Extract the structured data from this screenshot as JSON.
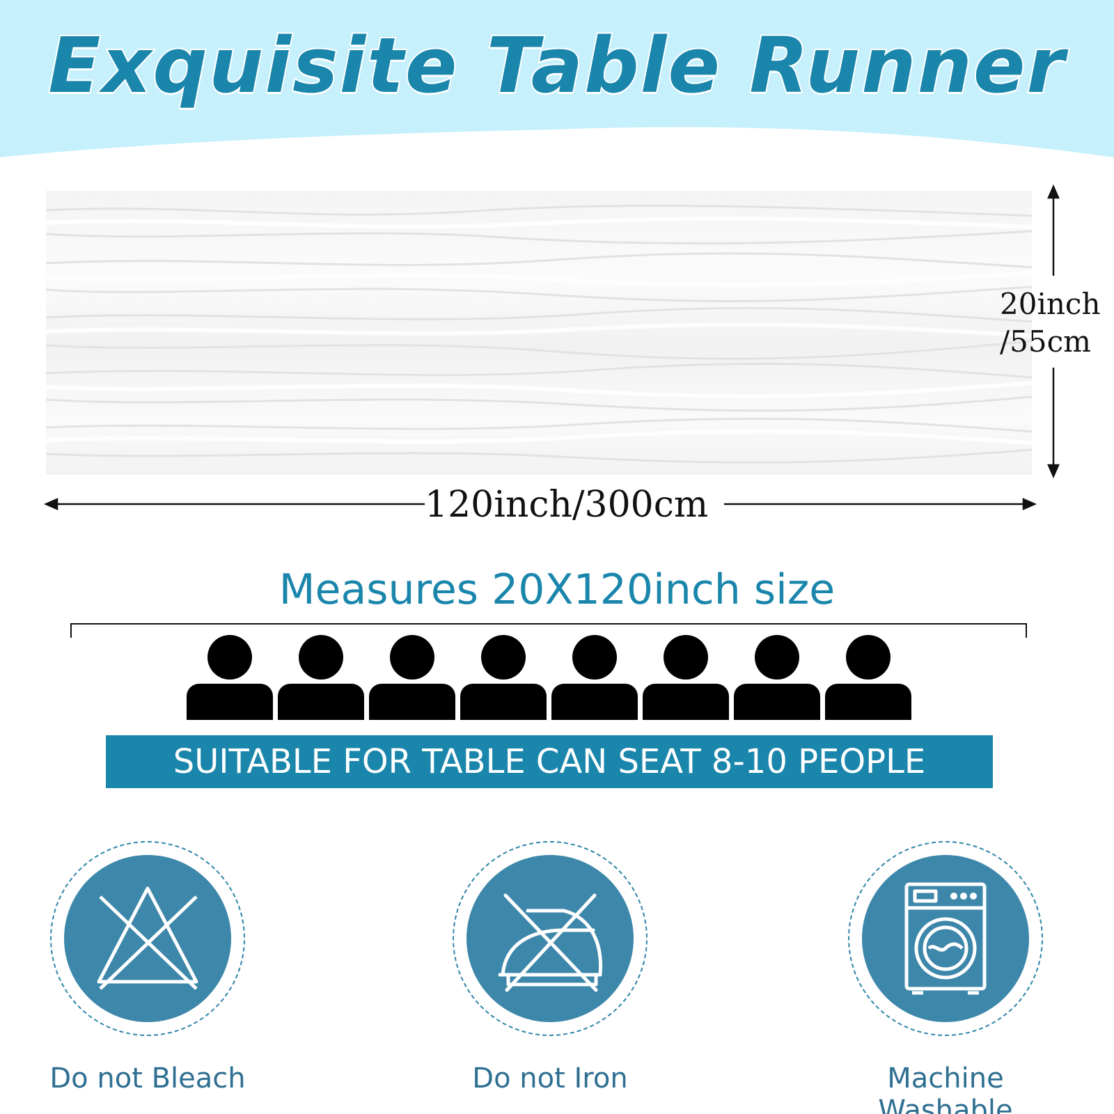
{
  "header": {
    "title": "Exquisite Table Runner",
    "bg_color": "#c5f0fc",
    "title_color": "#1a86ab"
  },
  "product": {
    "width_label": "20inch\n/55cm",
    "width_line1": "20inch",
    "width_line2": "/55cm",
    "length_label": "120inch/300cm"
  },
  "seating": {
    "measures_text": "Measures 20X120inch size",
    "people_count": 8,
    "banner_text": "SUITABLE FOR TABLE CAN SEAT 8-10 PEOPLE",
    "accent_color": "#1a86ab"
  },
  "care": [
    {
      "icon": "no-bleach-icon",
      "label": "Do not Bleach"
    },
    {
      "icon": "no-iron-icon",
      "label": "Do not Iron"
    },
    {
      "icon": "washing-machine-icon",
      "label": "Machine Washable"
    }
  ]
}
